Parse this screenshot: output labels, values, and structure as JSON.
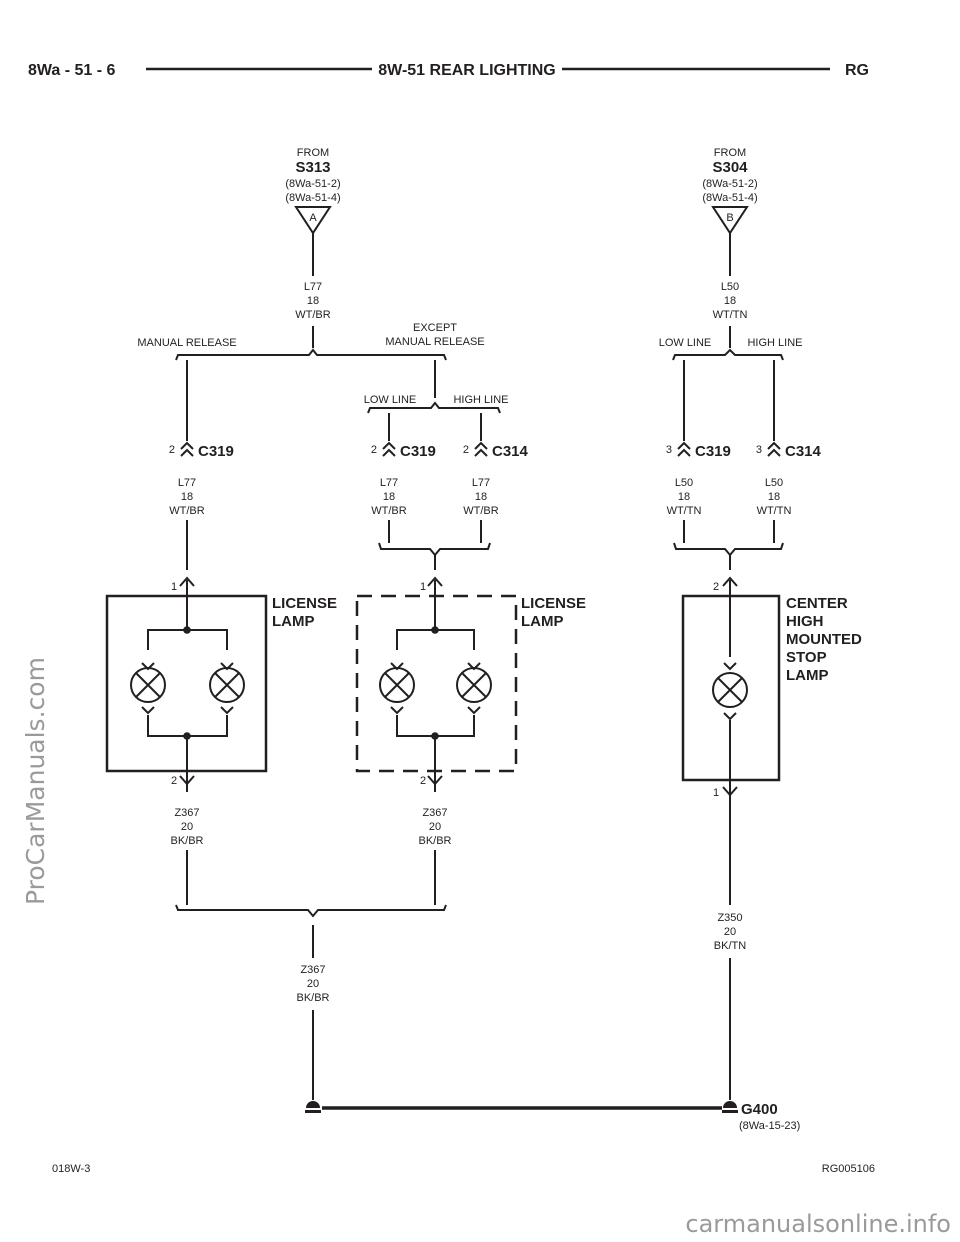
{
  "header": {
    "left": "8Wa - 51 - 6",
    "title": "8W-51 REAR LIGHTING",
    "right": "RG"
  },
  "footer": {
    "left": "018W-3",
    "right": "RG005106"
  },
  "watermarks": {
    "side": "ProCarManuals.com",
    "bottom": "carmanualsonline.info"
  },
  "source_a": {
    "from": "FROM",
    "splice": "S313",
    "ref1": "(8Wa-51-2)",
    "ref2": "(8Wa-51-4)",
    "letter": "A",
    "wire": [
      "L77",
      "18",
      "WT/BR"
    ]
  },
  "source_b": {
    "from": "FROM",
    "splice": "S304",
    "ref1": "(8Wa-51-2)",
    "ref2": "(8Wa-51-4)",
    "letter": "B",
    "wire": [
      "L50",
      "18",
      "WT/TN"
    ]
  },
  "branches": {
    "manual_release": "MANUAL RELEASE",
    "except_line1": "EXCEPT",
    "except_line2": "MANUAL RELEASE",
    "low_line_left": "LOW LINE",
    "high_line_left": "HIGH LINE",
    "low_line_right": "LOW LINE",
    "high_line_right": "HIGH LINE"
  },
  "connectors": [
    {
      "pin": "2",
      "name": "C319",
      "wire": [
        "L77",
        "18",
        "WT/BR"
      ]
    },
    {
      "pin": "2",
      "name": "C319",
      "wire": [
        "L77",
        "18",
        "WT/BR"
      ]
    },
    {
      "pin": "2",
      "name": "C314",
      "wire": [
        "L77",
        "18",
        "WT/BR"
      ]
    },
    {
      "pin": "3",
      "name": "C319",
      "wire": [
        "L50",
        "18",
        "WT/TN"
      ]
    },
    {
      "pin": "3",
      "name": "C314",
      "wire": [
        "L50",
        "18",
        "WT/TN"
      ]
    }
  ],
  "lamps": [
    {
      "label1": "LICENSE",
      "label2": "LAMP",
      "pin_top": "1",
      "pin_bottom": "2",
      "wire": [
        "Z367",
        "20",
        "BK/BR"
      ]
    },
    {
      "label1": "LICENSE",
      "label2": "LAMP",
      "pin_top": "1",
      "pin_bottom": "2",
      "wire": [
        "Z367",
        "20",
        "BK/BR"
      ]
    },
    {
      "label1": "CENTER",
      "label2": "HIGH",
      "label3": "MOUNTED",
      "label4": "STOP",
      "label5": "LAMP",
      "pin_top": "2",
      "pin_bottom": "1",
      "wire": [
        "Z350",
        "20",
        "BK/TN"
      ]
    }
  ],
  "merge_wire": [
    "Z367",
    "20",
    "BK/BR"
  ],
  "ground": {
    "name": "G400",
    "ref": "(8Wa-15-23)"
  }
}
